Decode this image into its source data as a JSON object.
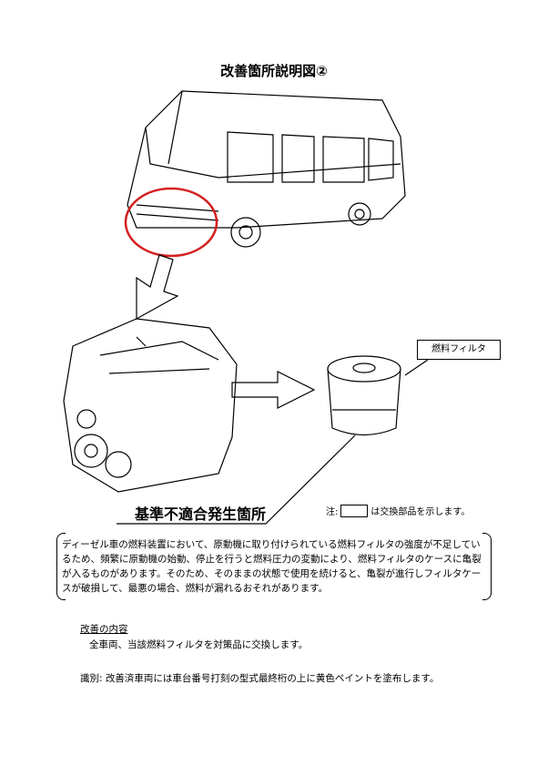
{
  "title": "改善箇所説明図②",
  "labels": {
    "filter": "燃料フィルタ",
    "defect_location": "基準不適合発生箇所"
  },
  "note": {
    "prefix": "注:",
    "suffix": "は交換部品を示します。"
  },
  "description": "ディーゼル車の燃料装置において、原動機に取り付けられている燃料フィルタの強度が不足しているため、頻繁に原動機の始動、停止を行うと燃料圧力の変動により、燃料フィルタのケースに亀裂が入るものがあります。そのため、そのままの状態で使用を続けると、亀裂が進行しフィルタケースが破損して、最悪の場合、燃料が漏れるおそれがあります。",
  "fix": {
    "heading": "改善の内容",
    "text": "全車両、当該燃料フィルタを対策品に交換します。"
  },
  "identification": "識別: 改善済車両には車台番号打刻の型式最終桁の上に黄色ペイントを塗布します。",
  "colors": {
    "highlight_circle": "#d42020"
  }
}
